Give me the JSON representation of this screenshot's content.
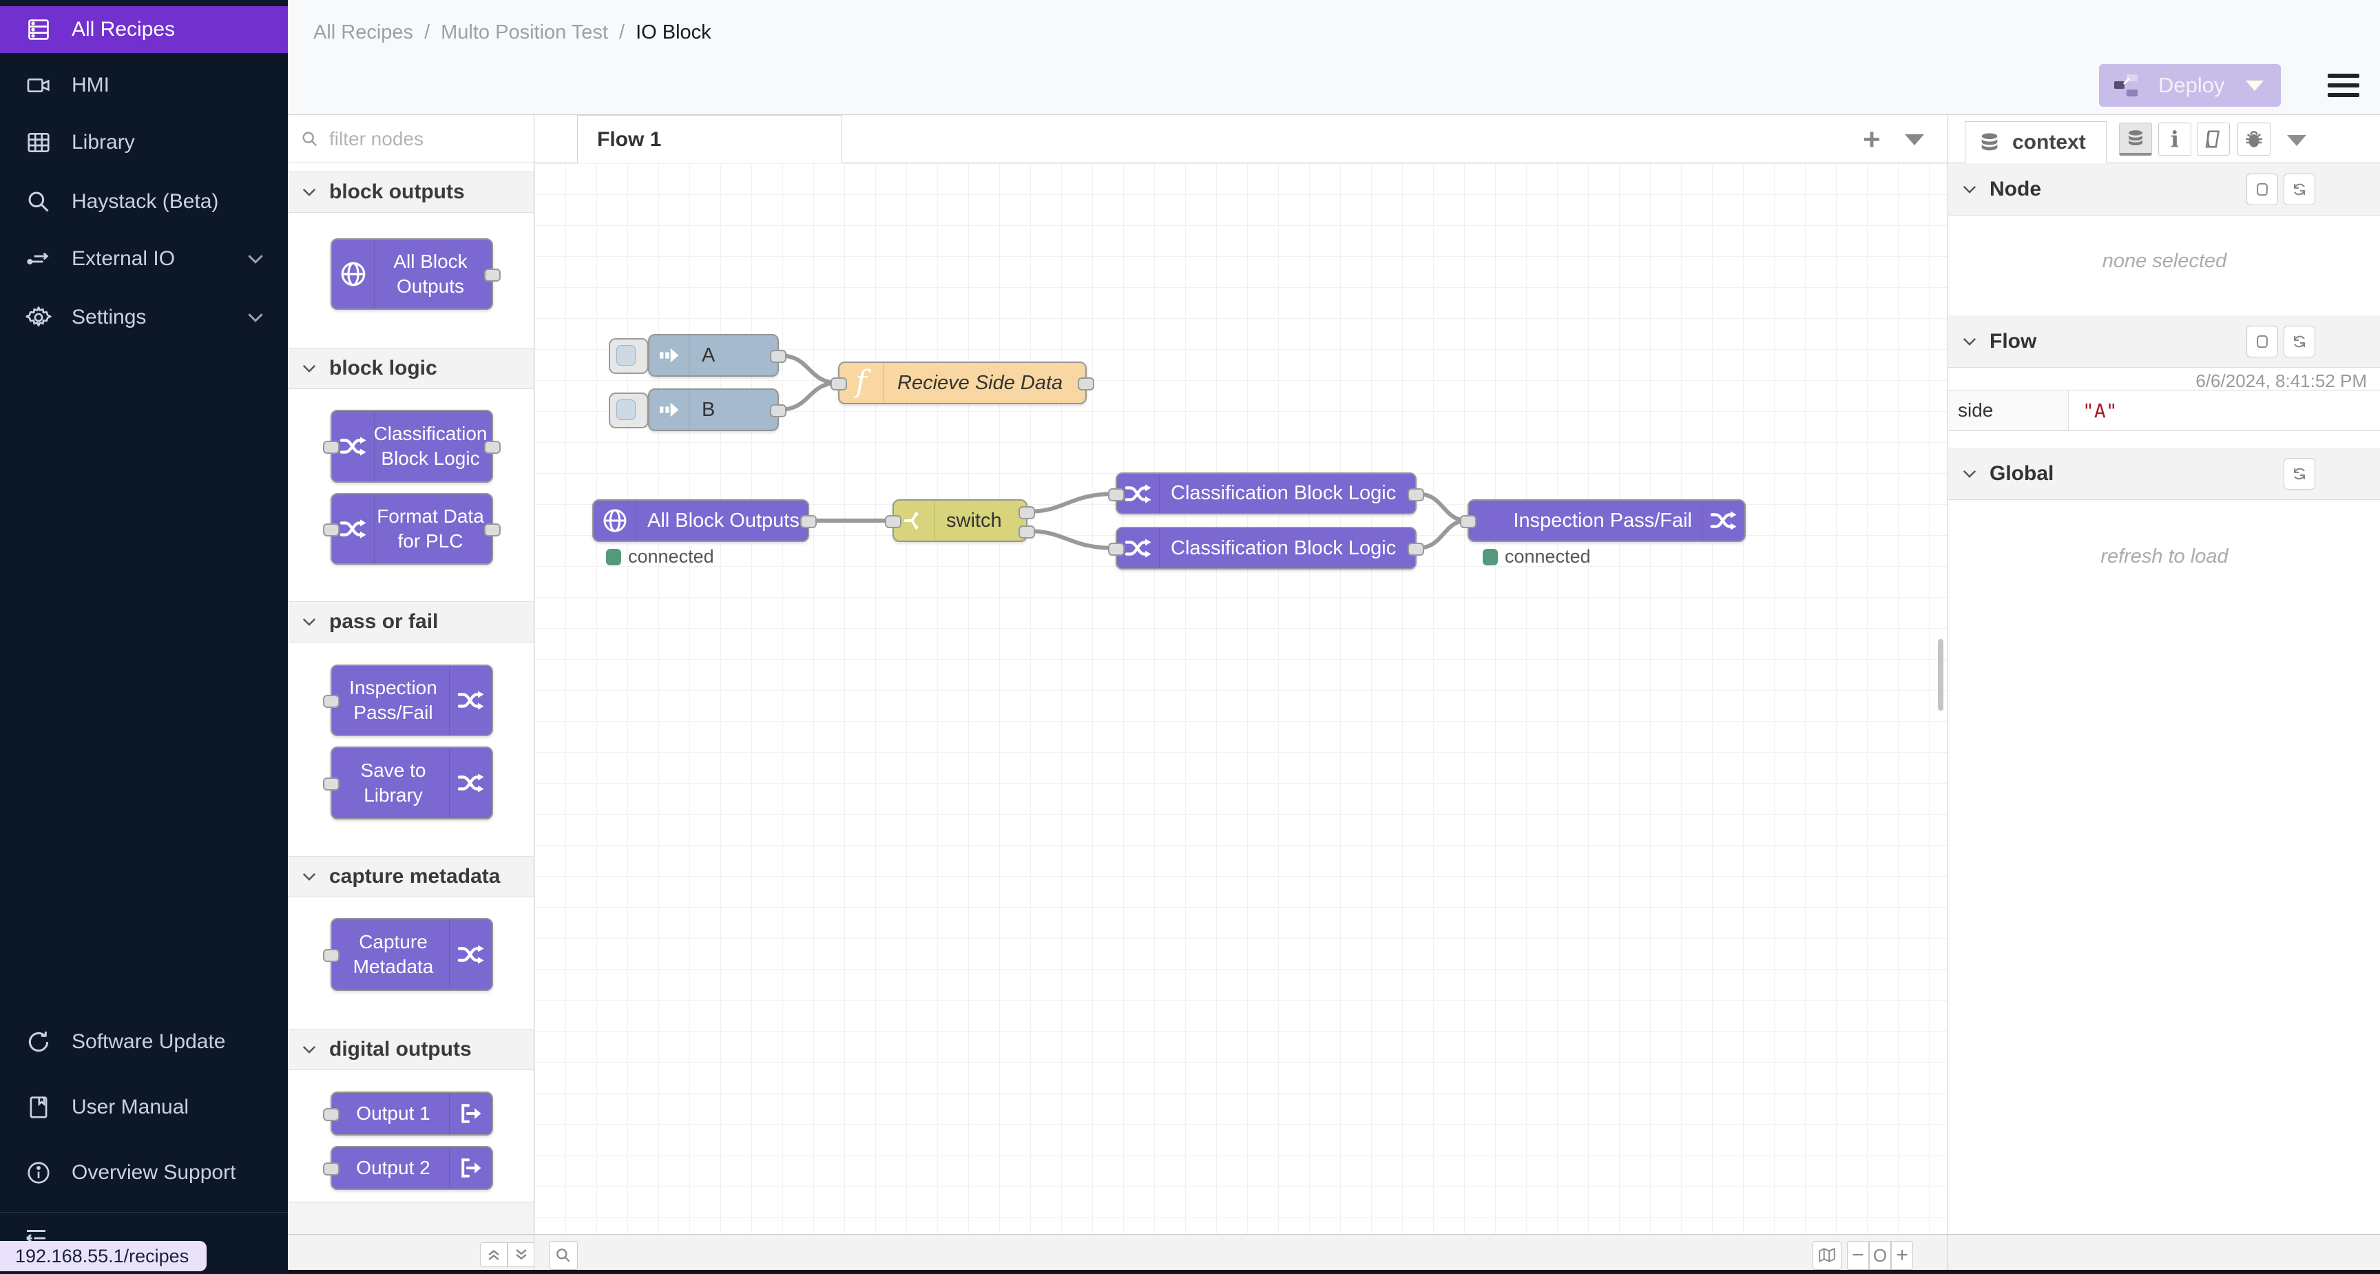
{
  "colors": {
    "sidebar_bg": "#0c1828",
    "accent_purple": "#7230cf",
    "node_purple": "#7b68d0",
    "node_link_gray": "#a5bacd",
    "node_function_tan": "#f8d7a3",
    "node_switch_yellow": "#d8d47c",
    "status_green": "#55997c",
    "value_red": "#ad1625",
    "deploy_disabled": "#c8bce8"
  },
  "sidebar": {
    "items": [
      {
        "label": "All Recipes",
        "icon": "recipes-icon",
        "active": true
      },
      {
        "label": "HMI",
        "icon": "camera-icon"
      },
      {
        "label": "Library",
        "icon": "grid-icon"
      },
      {
        "label": "Haystack (Beta)",
        "icon": "search-icon"
      },
      {
        "label": "External IO",
        "icon": "external-io-icon",
        "expandable": true
      },
      {
        "label": "Settings",
        "icon": "gear-icon",
        "expandable": true
      }
    ],
    "footer_items": [
      {
        "label": "Software Update",
        "icon": "refresh-icon"
      },
      {
        "label": "User Manual",
        "icon": "book-icon"
      },
      {
        "label": "Overview Support",
        "icon": "info-icon"
      }
    ],
    "status_tooltip": "192.168.55.1/recipes"
  },
  "breadcrumb": {
    "items": [
      "All Recipes",
      "Multo Position Test",
      "IO Block"
    ],
    "separator": "/"
  },
  "topbar": {
    "deploy_label": "Deploy"
  },
  "palette": {
    "filter_placeholder": "filter nodes",
    "categories": [
      {
        "label": "block outputs",
        "nodes": [
          {
            "label": "All Block Outputs"
          }
        ]
      },
      {
        "label": "block logic",
        "nodes": [
          {
            "label": "Classification Block Logic"
          },
          {
            "label": "Format Data for PLC"
          }
        ]
      },
      {
        "label": "pass or fail",
        "nodes": [
          {
            "label": "Inspection Pass/Fail"
          },
          {
            "label": "Save to Library"
          }
        ]
      },
      {
        "label": "capture metadata",
        "nodes": [
          {
            "label": "Capture Metadata"
          }
        ]
      },
      {
        "label": "digital outputs",
        "nodes": [
          {
            "label": "Output 1"
          },
          {
            "label": "Output 2"
          }
        ]
      }
    ]
  },
  "canvas": {
    "tab_label": "Flow 1",
    "status_connected": "connected",
    "nodes": {
      "link_a": "A",
      "link_b": "B",
      "function": "Recieve Side Data",
      "all_block_outputs": "All Block Outputs",
      "switch": "switch",
      "classification_1": "Classification Block Logic",
      "classification_2": "Classification Block Logic",
      "inspection": "Inspection Pass/Fail"
    }
  },
  "context_panel": {
    "tab_label": "context",
    "node_section": {
      "title": "Node",
      "empty": "none selected"
    },
    "flow_section": {
      "title": "Flow",
      "timestamp": "6/6/2024, 8:41:52 PM",
      "row_key": "side",
      "row_value": "\"A\""
    },
    "global_section": {
      "title": "Global",
      "empty": "refresh to load"
    }
  },
  "footer": {
    "zoom_out": "−",
    "zoom_reset": "O",
    "zoom_in": "+"
  }
}
